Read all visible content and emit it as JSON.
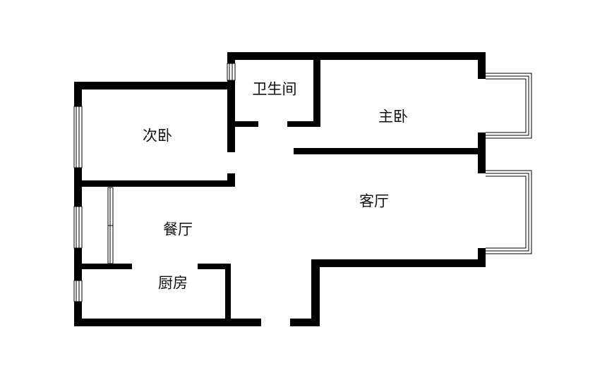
{
  "rooms": {
    "bathroom": "卫生间",
    "master_bedroom": "主卧",
    "second_bedroom": "次卧",
    "living_room": "客厅",
    "dining_room": "餐厅",
    "kitchen": "厨房"
  },
  "colors": {
    "wall": "#000000",
    "background": "#ffffff"
  }
}
